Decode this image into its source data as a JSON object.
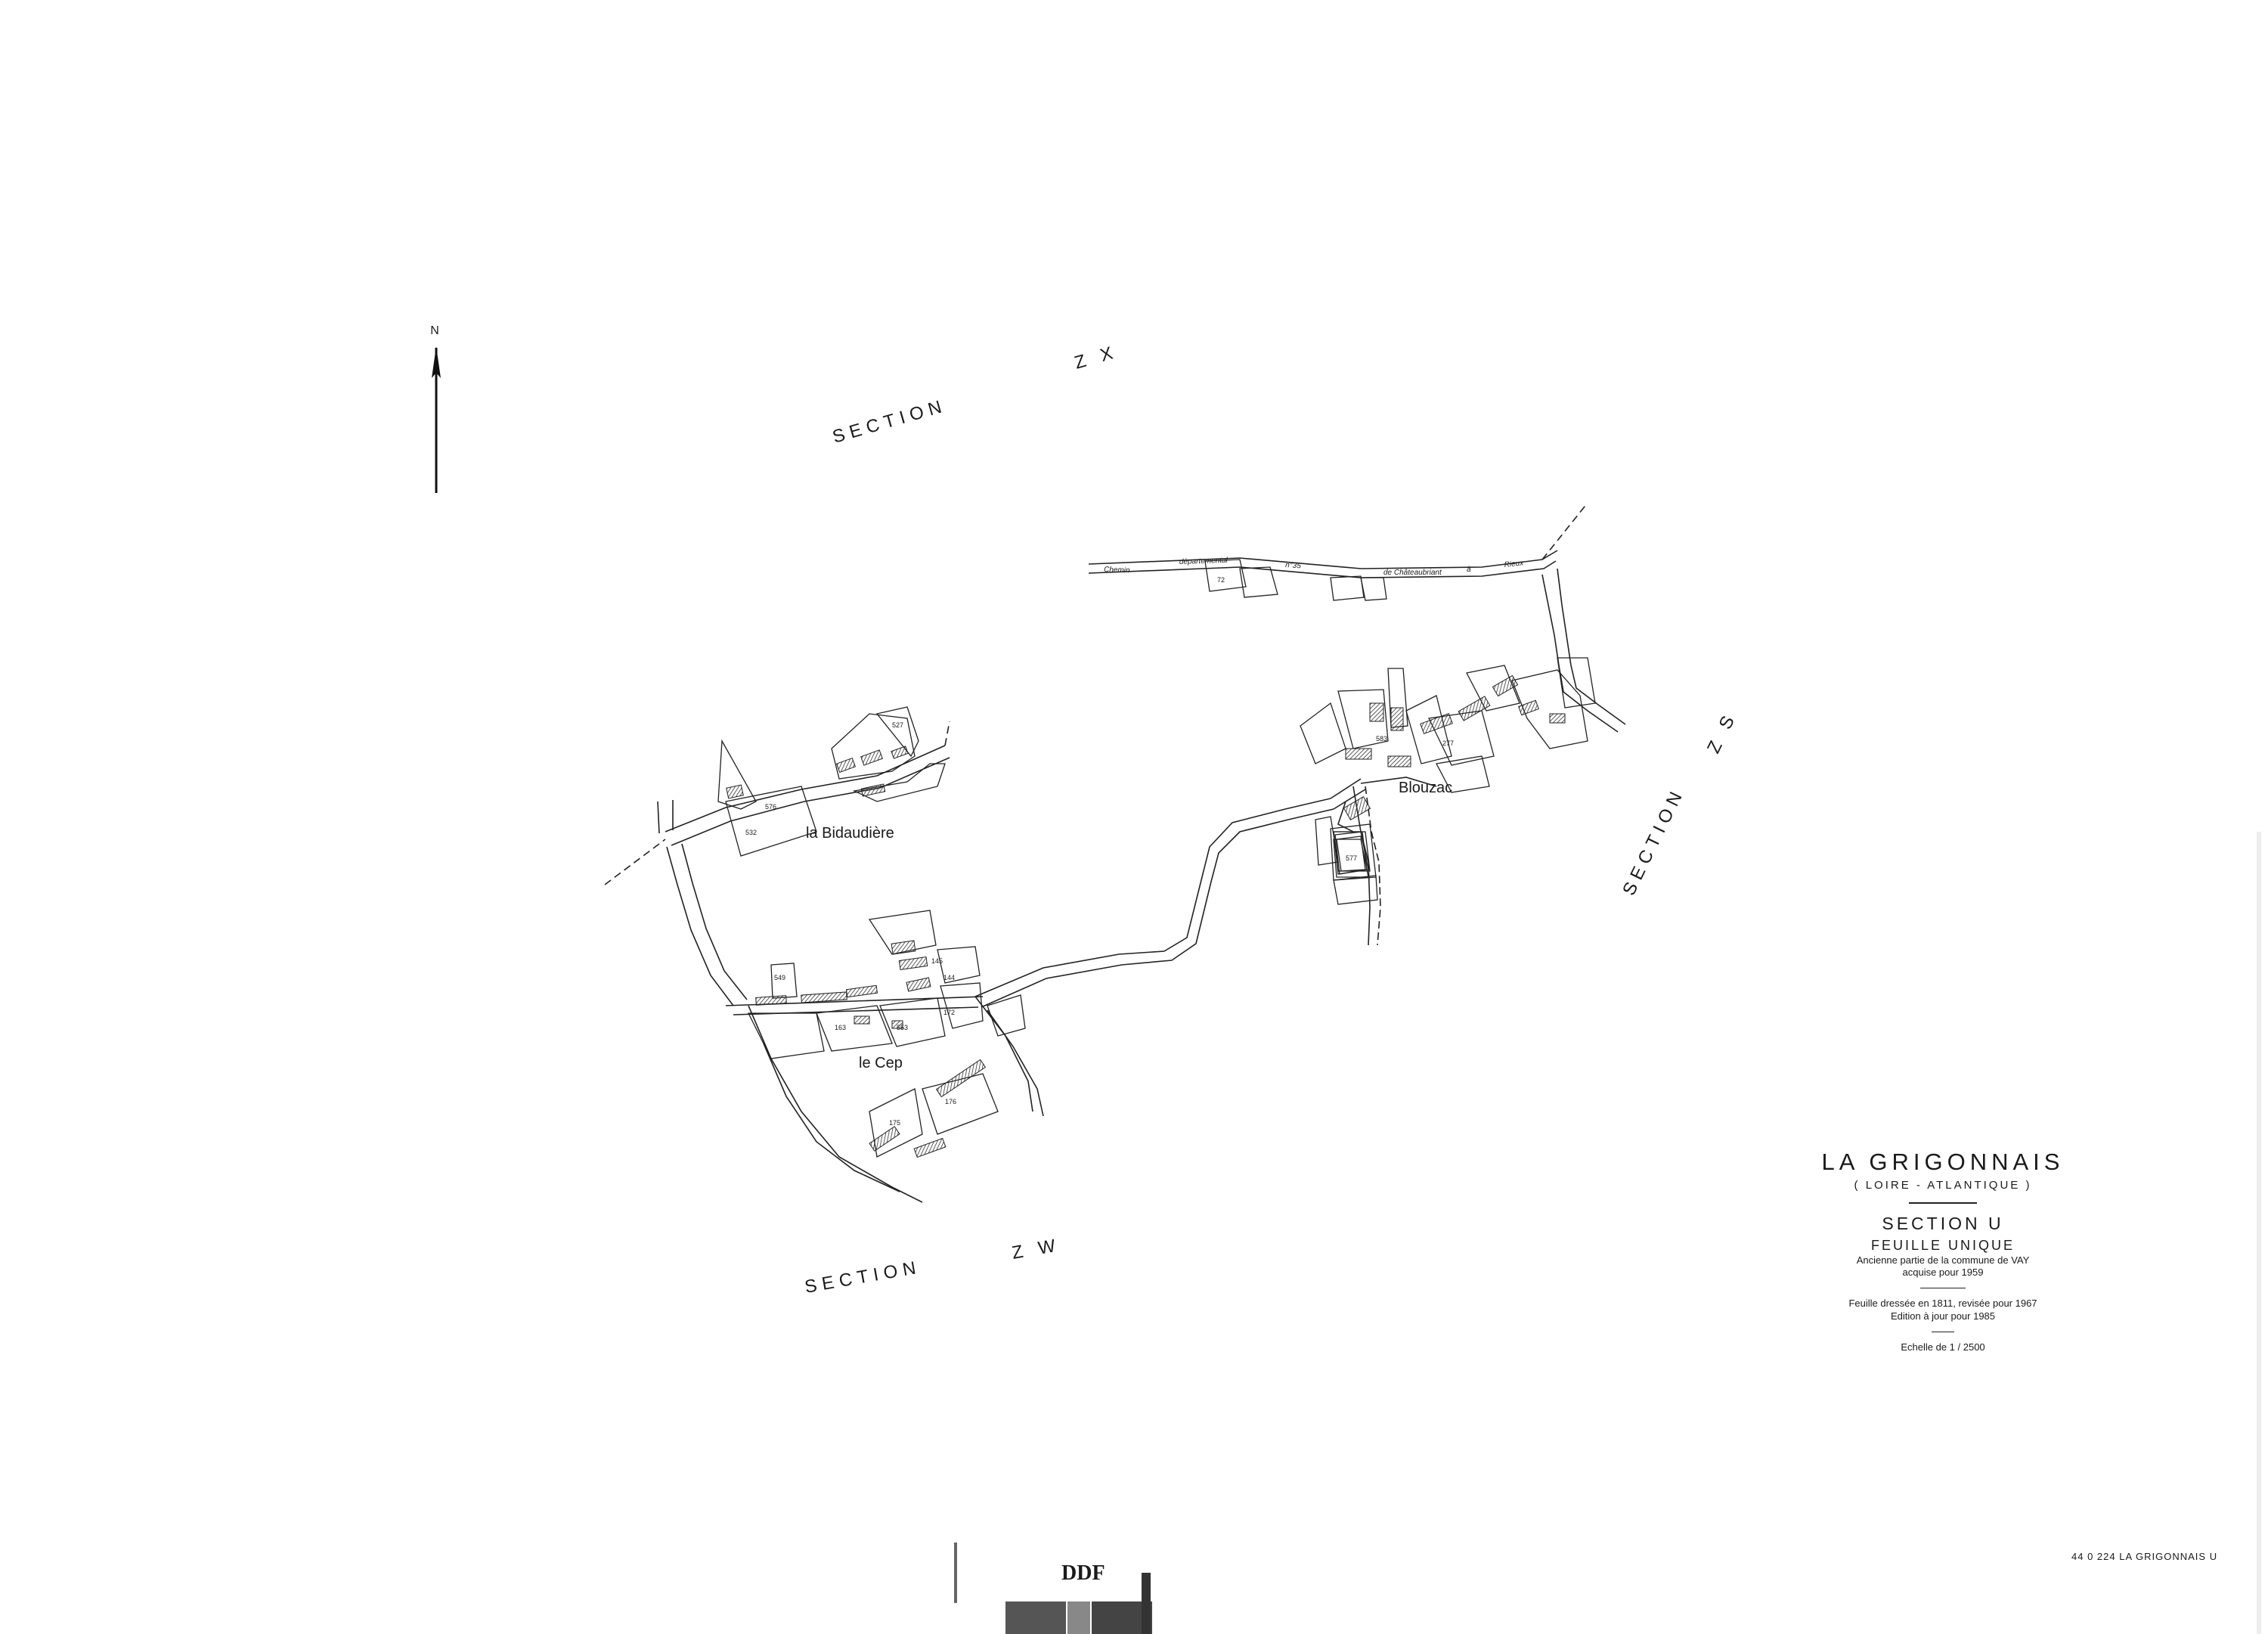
{
  "north": {
    "letter": "N",
    "icon": "north-arrow-icon"
  },
  "sections": {
    "zx": {
      "word": "SECTION",
      "code": "Z X"
    },
    "zs": {
      "word": "SECTION",
      "code": "Z S"
    },
    "zw": {
      "word": "SECTION",
      "code": "Z W"
    }
  },
  "places": {
    "bidaudiere": "la Bidaudière",
    "cep": "le Cep",
    "blouzac": "Blouzac"
  },
  "road": {
    "w1": "Chemin",
    "w2": "départemental",
    "w3": "n°35",
    "w4": "de Châteaubriant",
    "w5": "à",
    "w6": "Rieux"
  },
  "parcels": {
    "p527": "527",
    "p532": "532",
    "p576": "576",
    "p549": "549",
    "p145": "145",
    "p144": "144",
    "p172": "172",
    "p163": "163",
    "p175": "175",
    "p176": "176",
    "p553": "553",
    "p277": "277",
    "p577": "577",
    "p583": "583",
    "p72": "72"
  },
  "cartouche": {
    "commune": "LA GRIGONNAIS",
    "department": "( LOIRE - ATLANTIQUE )",
    "section": "SECTION U",
    "sheet": "FEUILLE UNIQUE",
    "former_part": "Ancienne partie de la commune de VAY",
    "acquired": "acquise pour 1959",
    "drawn": "Feuille dressée en 1811, revisée pour 1967",
    "updated": "Edition à jour pour 1985",
    "scale": "Echelle de 1 / 2500"
  },
  "reference": "44 0 224 LA GRIGONNAIS U",
  "stamp": "DDF",
  "colors": {
    "ink": "#1a1a1a",
    "hatch": "#333333",
    "paper": "#ffffff"
  }
}
